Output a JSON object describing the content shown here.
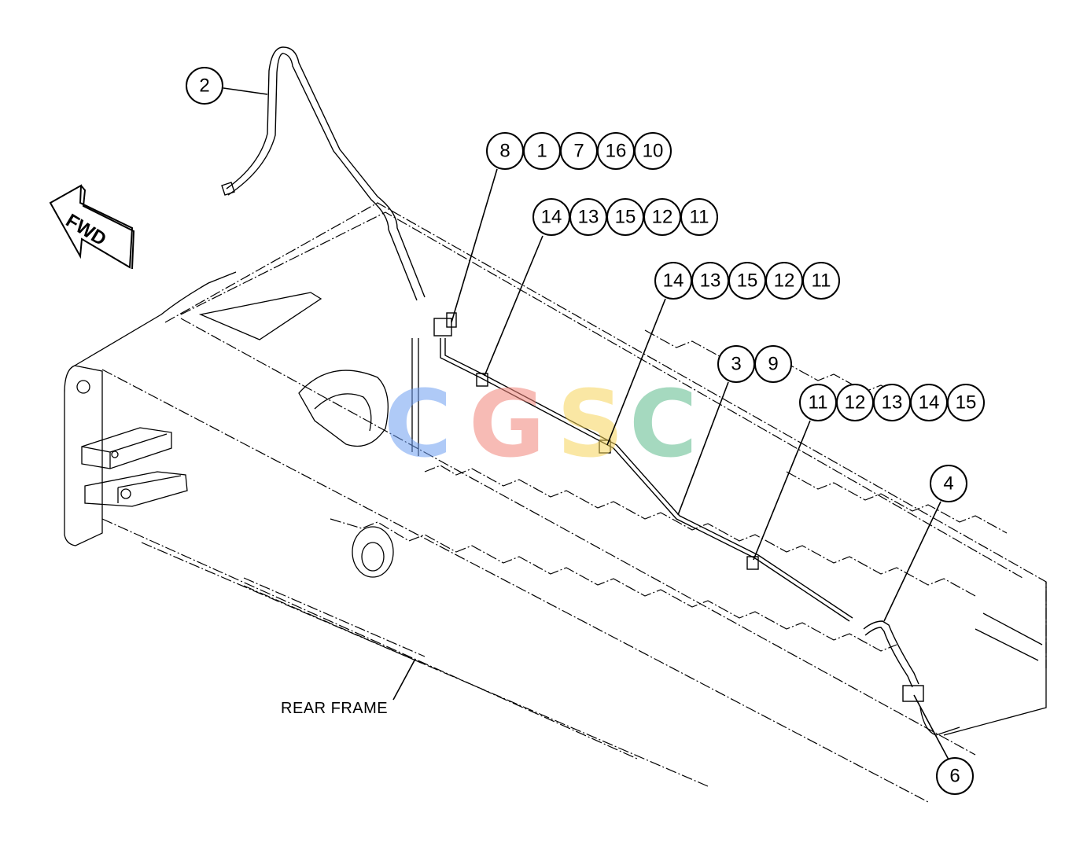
{
  "labels": {
    "fwd": "FWD",
    "rear_frame": "REAR FRAME"
  },
  "watermark": {
    "letters": [
      {
        "char": "C",
        "color": "#6f9ff2"
      },
      {
        "char": "G",
        "color": "#f2857a"
      },
      {
        "char": "S",
        "color": "#f6d55a"
      },
      {
        "char": "C",
        "color": "#5dbb8c"
      }
    ]
  },
  "callout_groups": [
    {
      "id": "g-2",
      "numbers": [
        "2"
      ]
    },
    {
      "id": "g-8-1-7-16-10",
      "numbers": [
        "8",
        "1",
        "7",
        "16",
        "10"
      ]
    },
    {
      "id": "g-14-13-15-12-11-a",
      "numbers": [
        "14",
        "13",
        "15",
        "12",
        "11"
      ]
    },
    {
      "id": "g-14-13-15-12-11-b",
      "numbers": [
        "14",
        "13",
        "15",
        "12",
        "11"
      ]
    },
    {
      "id": "g-3-9",
      "numbers": [
        "3",
        "9"
      ]
    },
    {
      "id": "g-11-12-13-14-15",
      "numbers": [
        "11",
        "12",
        "13",
        "14",
        "15"
      ]
    },
    {
      "id": "g-4",
      "numbers": [
        "4"
      ]
    },
    {
      "id": "g-6",
      "numbers": [
        "6"
      ]
    }
  ]
}
